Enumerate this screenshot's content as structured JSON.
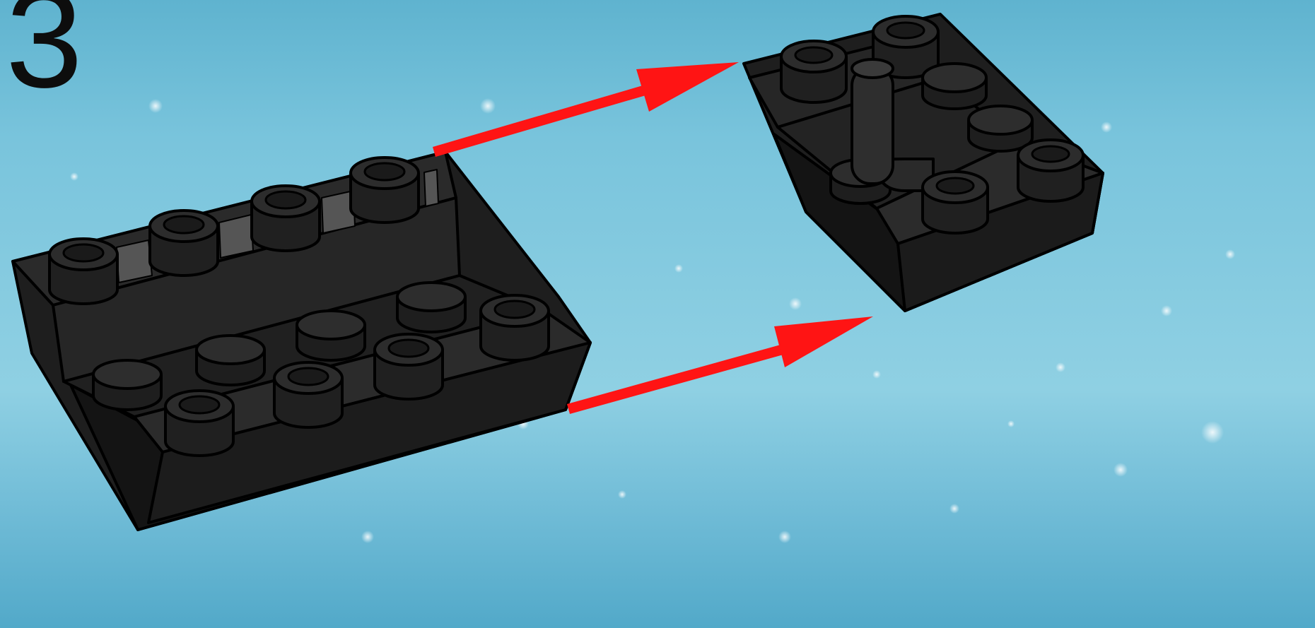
{
  "step": {
    "number": "3"
  },
  "colors": {
    "background_top": "#5fb3cf",
    "background_mid": "#8fd0e3",
    "brick": "#1a1a1a",
    "arrow": "#ff1414"
  },
  "parts": [
    {
      "name": "inverted-slope-brick-2x4",
      "color": "black"
    },
    {
      "name": "inverted-slope-brick-2x2-with-bar",
      "color": "black"
    }
  ],
  "arrows": {
    "count": 2,
    "direction": "left-part-to-right-part"
  }
}
